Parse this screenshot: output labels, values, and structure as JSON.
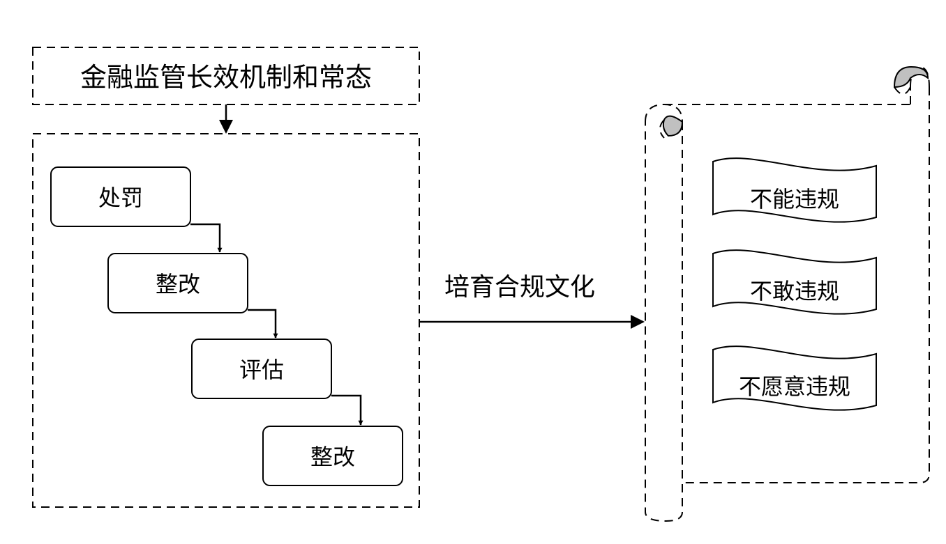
{
  "title": "金融监管长效机制和常态",
  "steps": [
    {
      "label": "处罚"
    },
    {
      "label": "整改"
    },
    {
      "label": "评估"
    },
    {
      "label": "整改"
    }
  ],
  "connector_label": "培育合规文化",
  "outcomes": [
    {
      "label": "不能违规"
    },
    {
      "label": "不敢违规"
    },
    {
      "label": "不愿意违规"
    }
  ],
  "colors": {
    "stroke": "#000000",
    "scroll_fill": "#c0c0c0"
  }
}
